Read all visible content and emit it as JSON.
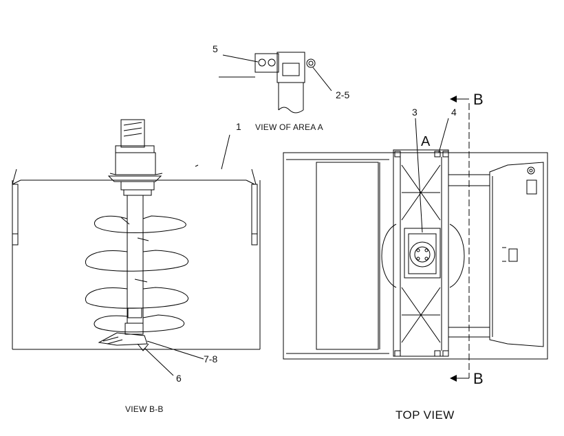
{
  "diagram": {
    "callouts": {
      "c1": "1",
      "c2_5": "2-5",
      "c3": "3",
      "c4": "4",
      "c5": "5",
      "c6": "6",
      "c7_8": "7-8"
    },
    "area_letter": "A",
    "section_top": "B",
    "section_bottom": "B",
    "captions": {
      "view_area_a": "VIEW OF AREA A",
      "view_b_b": "VIEW B-B",
      "top_view": "TOP VIEW"
    }
  }
}
